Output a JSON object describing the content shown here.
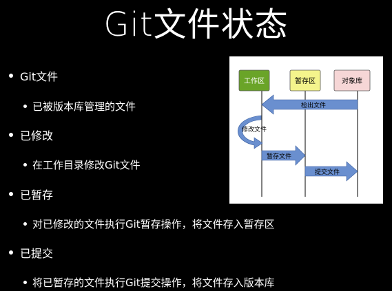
{
  "slide": {
    "title": "Git文件状态"
  },
  "bullets": [
    {
      "level": 1,
      "text": "Git文件"
    },
    {
      "level": 2,
      "text": "已被版本库管理的文件"
    },
    {
      "level": 1,
      "text": "已修改"
    },
    {
      "level": 2,
      "text": "在工作目录修改Git文件"
    },
    {
      "level": 1,
      "text": "已暂存"
    },
    {
      "level": 2,
      "text": "对已修改的文件执行Git暂存操作，将文件存入暂存区"
    },
    {
      "level": 1,
      "text": "已提交"
    },
    {
      "level": 2,
      "text": "将已暂存的文件执行Git提交操作，将文件存入版本库"
    }
  ],
  "diagram": {
    "areas": [
      {
        "label": "工作区",
        "color": "#6aa428",
        "text_color": "#ffffff"
      },
      {
        "label": "暂存区",
        "color": "#f4f48c",
        "text_color": "#000000"
      },
      {
        "label": "对象库",
        "color": "#f6d6d6",
        "text_color": "#000000"
      }
    ],
    "arrows": {
      "checkout": "检出文件",
      "modify": "修改文件",
      "stage": "暂存文件",
      "commit": "提交文件"
    },
    "arrow_color": "#6a8fcf"
  }
}
